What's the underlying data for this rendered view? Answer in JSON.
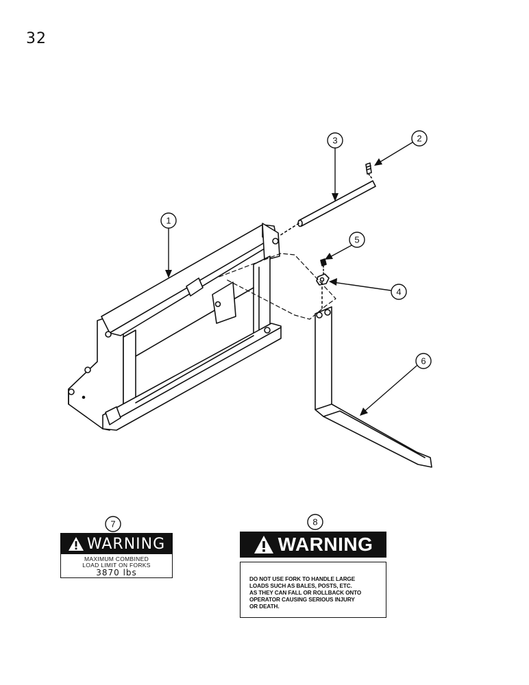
{
  "page": {
    "number": "32"
  },
  "callouts": [
    "1",
    "2",
    "3",
    "4",
    "5",
    "6",
    "7",
    "8"
  ],
  "decal_7": {
    "heading": "WARNING",
    "lines": [
      "MAXIMUM  COMBINED",
      "LOAD LIMIT ON FORKS"
    ],
    "limit": "3870  lbs"
  },
  "decal_8": {
    "heading": "WARNING",
    "lines": [
      "DO NOT USE FORK TO HANDLE LARGE",
      "LOADS  SUCH AS BALES, POSTS, ETC.",
      "AS THEY CAN FALL OR ROLLBACK ONTO",
      "OPERATOR  CAUSING SERIOUS INJURY",
      "OR DEATH."
    ]
  },
  "icons": [
    "warning-triangle-icon"
  ]
}
